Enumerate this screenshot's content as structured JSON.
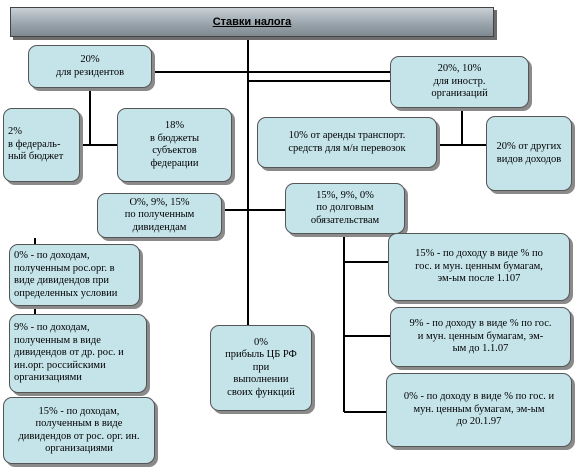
{
  "title": "Ставки налога",
  "nodes": {
    "residents": "20%\nдля резидентов",
    "federal": "2%\nв федераль-\nный бюджет",
    "subjects": "18%\nв бюджеты\nсубъектов\nфедерации",
    "foreign": "20%, 10%\nдля иностр.\nорганизаций",
    "transport": "10% от аренды транспорт.\nсредств для м/н перевозок",
    "other_income": "20% от других\nвидов доходов",
    "dividends": "О%, 9%, 15%\nпо полученным\nдивидендам",
    "div_0": "0% - по доходам,\nполученным  рос.орг. в\nвиде  дивидендов при\nопределенных условии",
    "div_9": "9% - по доходам,\nполученным в виде\nдивидендов от др. рос. и\nин.орг. российскими\nорганизациями",
    "div_15": "15% - по доходам,\nполученным в виде\nдивидендов от рос. орг. ин.\nорганизациями",
    "central_bank": "0%\nприбыль ЦБ РФ\nпри\nвыполнении\nсвоих функций",
    "debt": "15%, 9%, 0%\nпо долговым\nобязательствам",
    "debt_15": "15% - по доходу в виде % по\nгос. и мун. ценным бумагам,\nэм-ым после 1.107",
    "debt_9": "9% - по доходу в виде % по гос.\nи мун. ценным бумагам, эм-\nым до 1.1.07",
    "debt_0": "0% - по доходу в виде % по гос. и\nмун. ценным бумагам, эм-ым\nдо 20.1.97"
  }
}
